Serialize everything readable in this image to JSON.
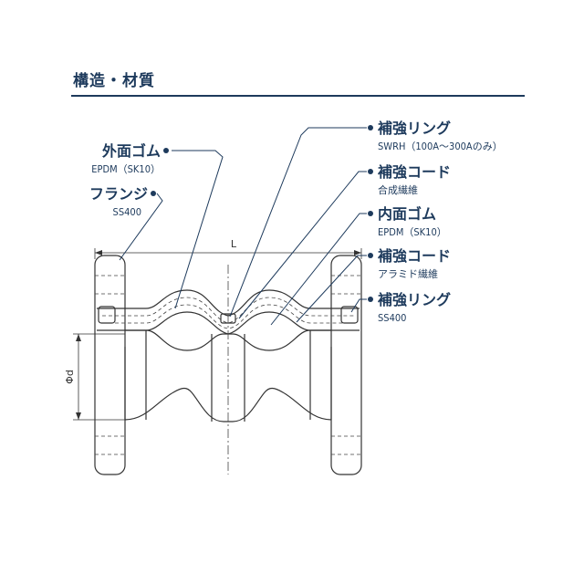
{
  "header": {
    "title": "構造・材質"
  },
  "labels": {
    "outer_rubber": {
      "name": "外面ゴム",
      "material": "EPDM（SK10）"
    },
    "flange": {
      "name": "フランジ",
      "material": "SS400"
    },
    "ring_top": {
      "name": "補強リング",
      "material": "SWRH（100A〜300Aのみ）"
    },
    "cord_synthetic": {
      "name": "補強コード",
      "material": "合成繊維"
    },
    "inner_rubber": {
      "name": "内面ゴム",
      "material": "EPDM（SK10）"
    },
    "cord_aramid": {
      "name": "補強コード",
      "material": "アラミド繊維"
    },
    "ring_end": {
      "name": "補強リング",
      "material": "SS400"
    }
  },
  "dimensions": {
    "length": "L",
    "diameter": "Φd"
  }
}
